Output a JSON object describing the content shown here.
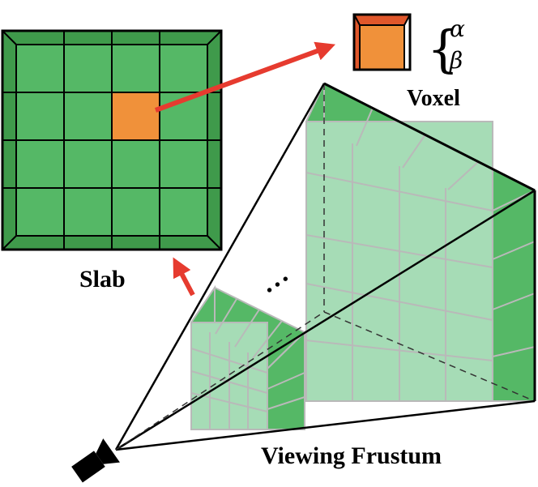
{
  "labels": {
    "slab": "Slab",
    "voxel": "Voxel",
    "frustum": "Viewing Frustum",
    "alpha": "α",
    "beta": "β",
    "brace": "{",
    "ellipsis": "• • •"
  },
  "colors": {
    "slab_outer": "#3f9a4b",
    "slab_inner": "#55b866",
    "voxel_orange": "#f0913a",
    "voxel_top": "#e0572b",
    "arrow_red": "#e63b2f",
    "frustum_face": "#a6dcb6",
    "frustum_band": "#55b866",
    "grid_gray": "#b9b9b9",
    "outline": "#000000"
  },
  "icons": {
    "camera": "camera-icon",
    "arrow": "arrow-icon"
  }
}
